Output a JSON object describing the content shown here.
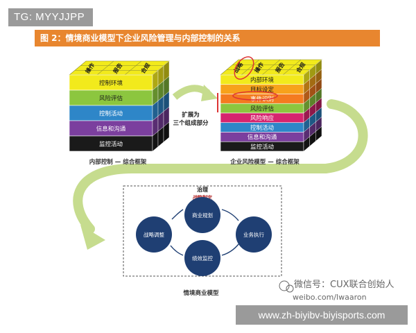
{
  "badge": {
    "text": "TG: MYYJJPP"
  },
  "header": {
    "title": "图 2：情境商业模型下企业风险管理与内部控制的关系"
  },
  "left_cube": {
    "top_labels": [
      "操作",
      "报告",
      "合规"
    ],
    "layers": [
      {
        "label": "控制环境",
        "color": "#f2ea1c"
      },
      {
        "label": "风险评估",
        "color": "#8cc63f"
      },
      {
        "label": "控制活动",
        "color": "#2e86c8"
      },
      {
        "label": "信息和沟通",
        "color": "#7b3f9e"
      },
      {
        "label": "监控活动",
        "color": "#1a1a1a"
      }
    ],
    "caption": "内部控制 — 综合框架"
  },
  "expand_label": {
    "line1": "扩展为",
    "line2": "三个组成部分"
  },
  "right_cube": {
    "top_labels": [
      "战略",
      "操作",
      "报告",
      "合规"
    ],
    "layers": [
      {
        "label": "内部环境",
        "color": "#f2ea1c"
      },
      {
        "label": "目标设定",
        "color": "#f7a21b"
      },
      {
        "label": "事件识别",
        "color": "#f47b20"
      },
      {
        "label": "风险评估",
        "color": "#8cc63f"
      },
      {
        "label": "风险响应",
        "color": "#d6246e"
      },
      {
        "label": "控制活动",
        "color": "#2e86c8"
      },
      {
        "label": "信息和沟通",
        "color": "#7b3f9e"
      },
      {
        "label": "监控活动",
        "color": "#1a1a1a"
      }
    ],
    "caption": "企业风险模型 — 综合框架"
  },
  "situational_model": {
    "governance_label": "治理",
    "strategy_label": "战略制定",
    "nodes": [
      "商业规划",
      "业务执行",
      "绩效监控",
      "战略调整"
    ],
    "caption": "情境商业模型"
  },
  "watermark": {
    "line1": "微信号：CUX联合创始人",
    "line2": "weibo.com/lwaaron"
  },
  "footer": {
    "url": "www.zh-biyibv-biyisports.com"
  },
  "colors": {
    "header_bg": "#e8862f",
    "node_fill": "#1f3f73",
    "arrow_green": "#c6dc8e",
    "badge_bg": "#9a9a9a"
  }
}
